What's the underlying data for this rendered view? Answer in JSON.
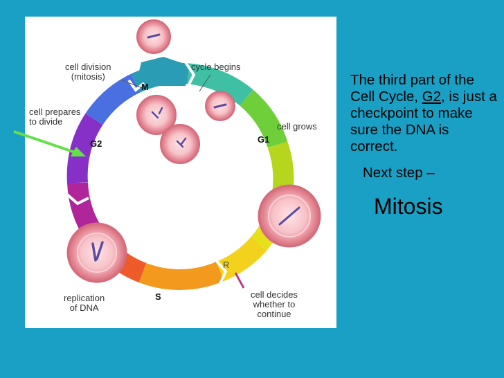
{
  "diagram": {
    "labels": {
      "cell_division": "cell division\n(mitosis)",
      "cycle_begins": "cycle begins",
      "cell_prepares": "cell prepares\nto divide",
      "cell_grows": "cell grows",
      "replication": "replication\nof DNA",
      "cell_decides": "cell decides\nwhether to\ncontinue"
    },
    "phases": {
      "m": "M",
      "g1": "G1",
      "g2": "G2",
      "s": "S",
      "r": "R"
    },
    "colors": {
      "background": "#1aa0c4",
      "arrow": "#66e04a",
      "cell_fill": "#f2a8b0",
      "cell_ring": "#e38d98",
      "chromosome": "#5a4aa0",
      "restriction_mark": "#c03a7a"
    }
  },
  "text": {
    "desc_prefix": "The third part of the Cell Cycle, ",
    "desc_phase": "G2",
    "desc_suffix": ", is just a checkpoint to make sure the DNA is correct.",
    "next_step": "Next step –",
    "answer": "Mitosis"
  }
}
